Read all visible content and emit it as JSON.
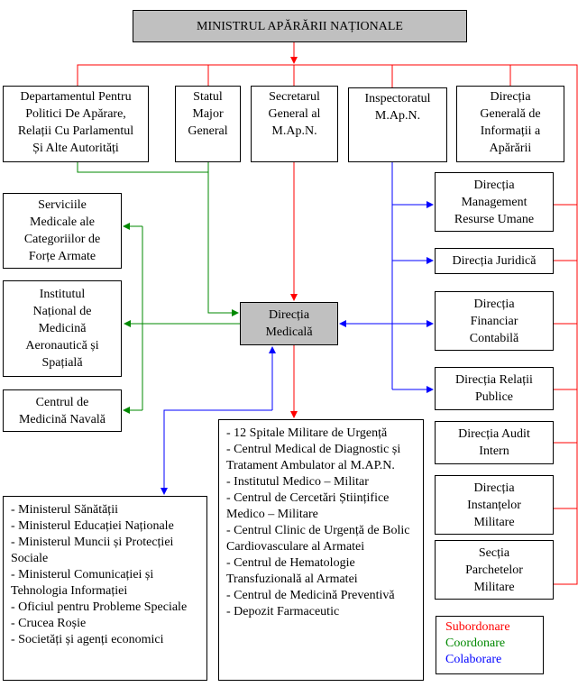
{
  "minister": "MINISTRUL APĂRĂRII NAȚIONALE",
  "top_units": [
    [
      "Departamentul Pentru",
      "Politici De Apărare,",
      "Relații Cu Parlamentul",
      "Și Alte Autorități"
    ],
    [
      "Statul",
      "Major",
      "General"
    ],
    [
      "Secretarul",
      "General al",
      "M.Ap.N."
    ],
    [
      "Inspectoratul",
      "M.Ap.N."
    ],
    [
      "Direcția",
      "Generală de",
      "Informații a",
      "Apărării"
    ]
  ],
  "left_units": [
    [
      "Serviciile",
      "Medicale ale",
      "Categoriilor de",
      "Forțe Armate"
    ],
    [
      "Institutul",
      "Național de",
      "Medicină",
      "Aeronautică și",
      "Spațială"
    ],
    [
      "Centrul de",
      "Medicină Navală"
    ]
  ],
  "center": [
    "Direcția",
    "Medicală"
  ],
  "right_units": [
    [
      "Direcția",
      "Management",
      "Resurse Umane"
    ],
    [
      "Direcția Juridică"
    ],
    [
      "Direcția",
      "Financiar",
      "Contabilă"
    ],
    [
      "Direcția Relații",
      "Publice"
    ],
    [
      "Direcția Audit",
      "Intern"
    ],
    [
      "Direcția",
      "Instanțelor",
      "Militare"
    ],
    [
      "Secția",
      "Parchetelor",
      "Militare"
    ]
  ],
  "subordinate_list": [
    "- 12 Spitale Militare de Urgență",
    "- Centrul Medical de Diagnostic și Tratament Ambulator al M.AP.N.",
    "- Institutul Medico – Militar",
    "- Centrul de Cercetări Științifice Medico – Militare",
    "- Centrul Clinic de Urgență de Bolic Cardiovasculare al Armatei",
    "- Centrul de Hematologie Transfuzională al Armatei",
    "- Centrul de Medicină Preventivă",
    "- Depozit Farmaceutic"
  ],
  "collaboration_list": [
    "- Ministerul Sănătății",
    "- Ministerul Educației Naționale",
    "- Ministerul Muncii și Protecției Sociale",
    "- Ministerul Comunicației și Tehnologia Informației",
    "- Oficiul pentru Probleme Speciale",
    "- Crucea Roșie",
    "- Societăți și agenți economici"
  ],
  "legend": [
    {
      "label": "Subordonare",
      "color": "#ff0000"
    },
    {
      "label": "Coordonare",
      "color": "#008000"
    },
    {
      "label": "Colaborare",
      "color": "#0000ff"
    }
  ]
}
